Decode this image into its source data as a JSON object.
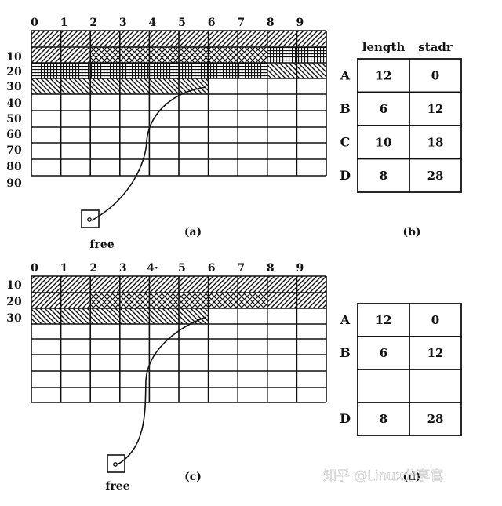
{
  "panel_a": {
    "col_labels": [
      "0",
      "1",
      "2",
      "3",
      "4",
      "5",
      "6",
      "7",
      "8",
      "9"
    ],
    "row_labels": [
      "10",
      "20",
      "30",
      "40",
      "50",
      "60",
      "70",
      "80",
      "90"
    ],
    "pointer_label": "free",
    "caption": "(a)"
  },
  "panel_b": {
    "headers": [
      "length",
      "stadr"
    ],
    "rows": [
      {
        "name": "A",
        "length": "12",
        "stadr": "0"
      },
      {
        "name": "B",
        "length": "6",
        "stadr": "12"
      },
      {
        "name": "C",
        "length": "10",
        "stadr": "18"
      },
      {
        "name": "D",
        "length": "8",
        "stadr": "28"
      }
    ],
    "caption": "(b)"
  },
  "panel_c": {
    "col_labels": [
      "0",
      "1",
      "2",
      "3",
      "4·",
      "5",
      "6",
      "7",
      "8",
      "9"
    ],
    "row_labels": [
      "10",
      "20",
      "30"
    ],
    "pointer_label": "free",
    "caption": "(c)"
  },
  "panel_d": {
    "rows": [
      {
        "name": "A",
        "length": "12",
        "stadr": "0"
      },
      {
        "name": "B",
        "length": "6",
        "stadr": "12"
      },
      {
        "name": "",
        "length": "",
        "stadr": ""
      },
      {
        "name": "D",
        "length": "8",
        "stadr": "28"
      }
    ],
    "caption": "(d)"
  },
  "watermark": "知乎 @Linux分享官"
}
